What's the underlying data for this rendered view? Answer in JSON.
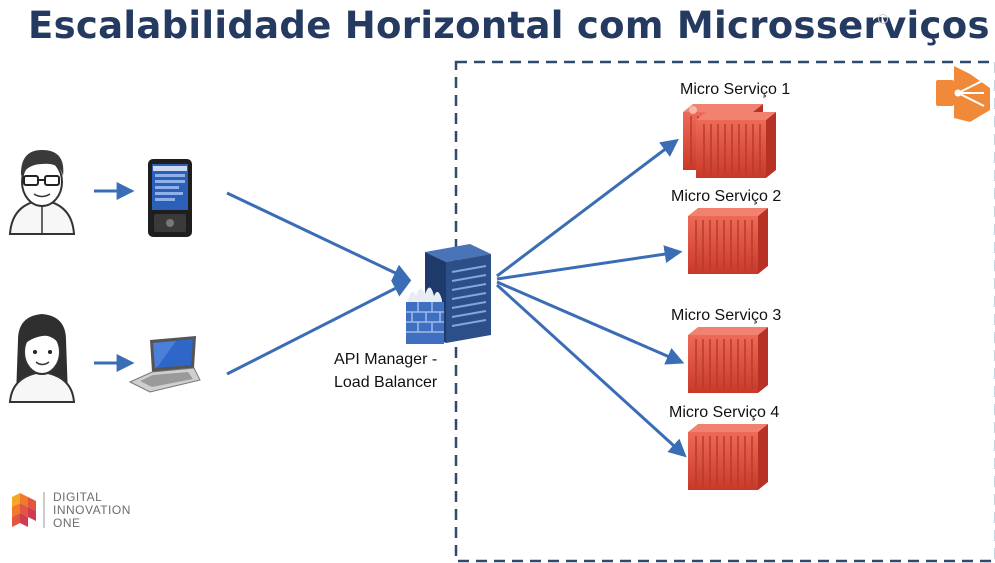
{
  "slide": {
    "title": "Escalabilidade Horizontal com Microsserviços"
  },
  "diagram": {
    "gateway": {
      "line1": "API Manager -",
      "line2": "Load Balancer"
    },
    "services": [
      {
        "label": "Micro Serviço 1"
      },
      {
        "label": "Micro Serviço 2"
      },
      {
        "label": "Micro Serviço 3"
      },
      {
        "label": "Micro Serviço 4"
      }
    ],
    "clients": [
      {
        "person": "male-user-icon",
        "device": "pda-phone-icon"
      },
      {
        "person": "female-user-icon",
        "device": "laptop-icon"
      }
    ],
    "colors": {
      "arrow": "#3a6db5",
      "container": "#e04e3c",
      "server": "#2c4f8a",
      "border": "#2e4a6e"
    }
  },
  "brand": {
    "line1": "DIGITAL",
    "line2": "INNOVATION",
    "line3": "ONE"
  }
}
